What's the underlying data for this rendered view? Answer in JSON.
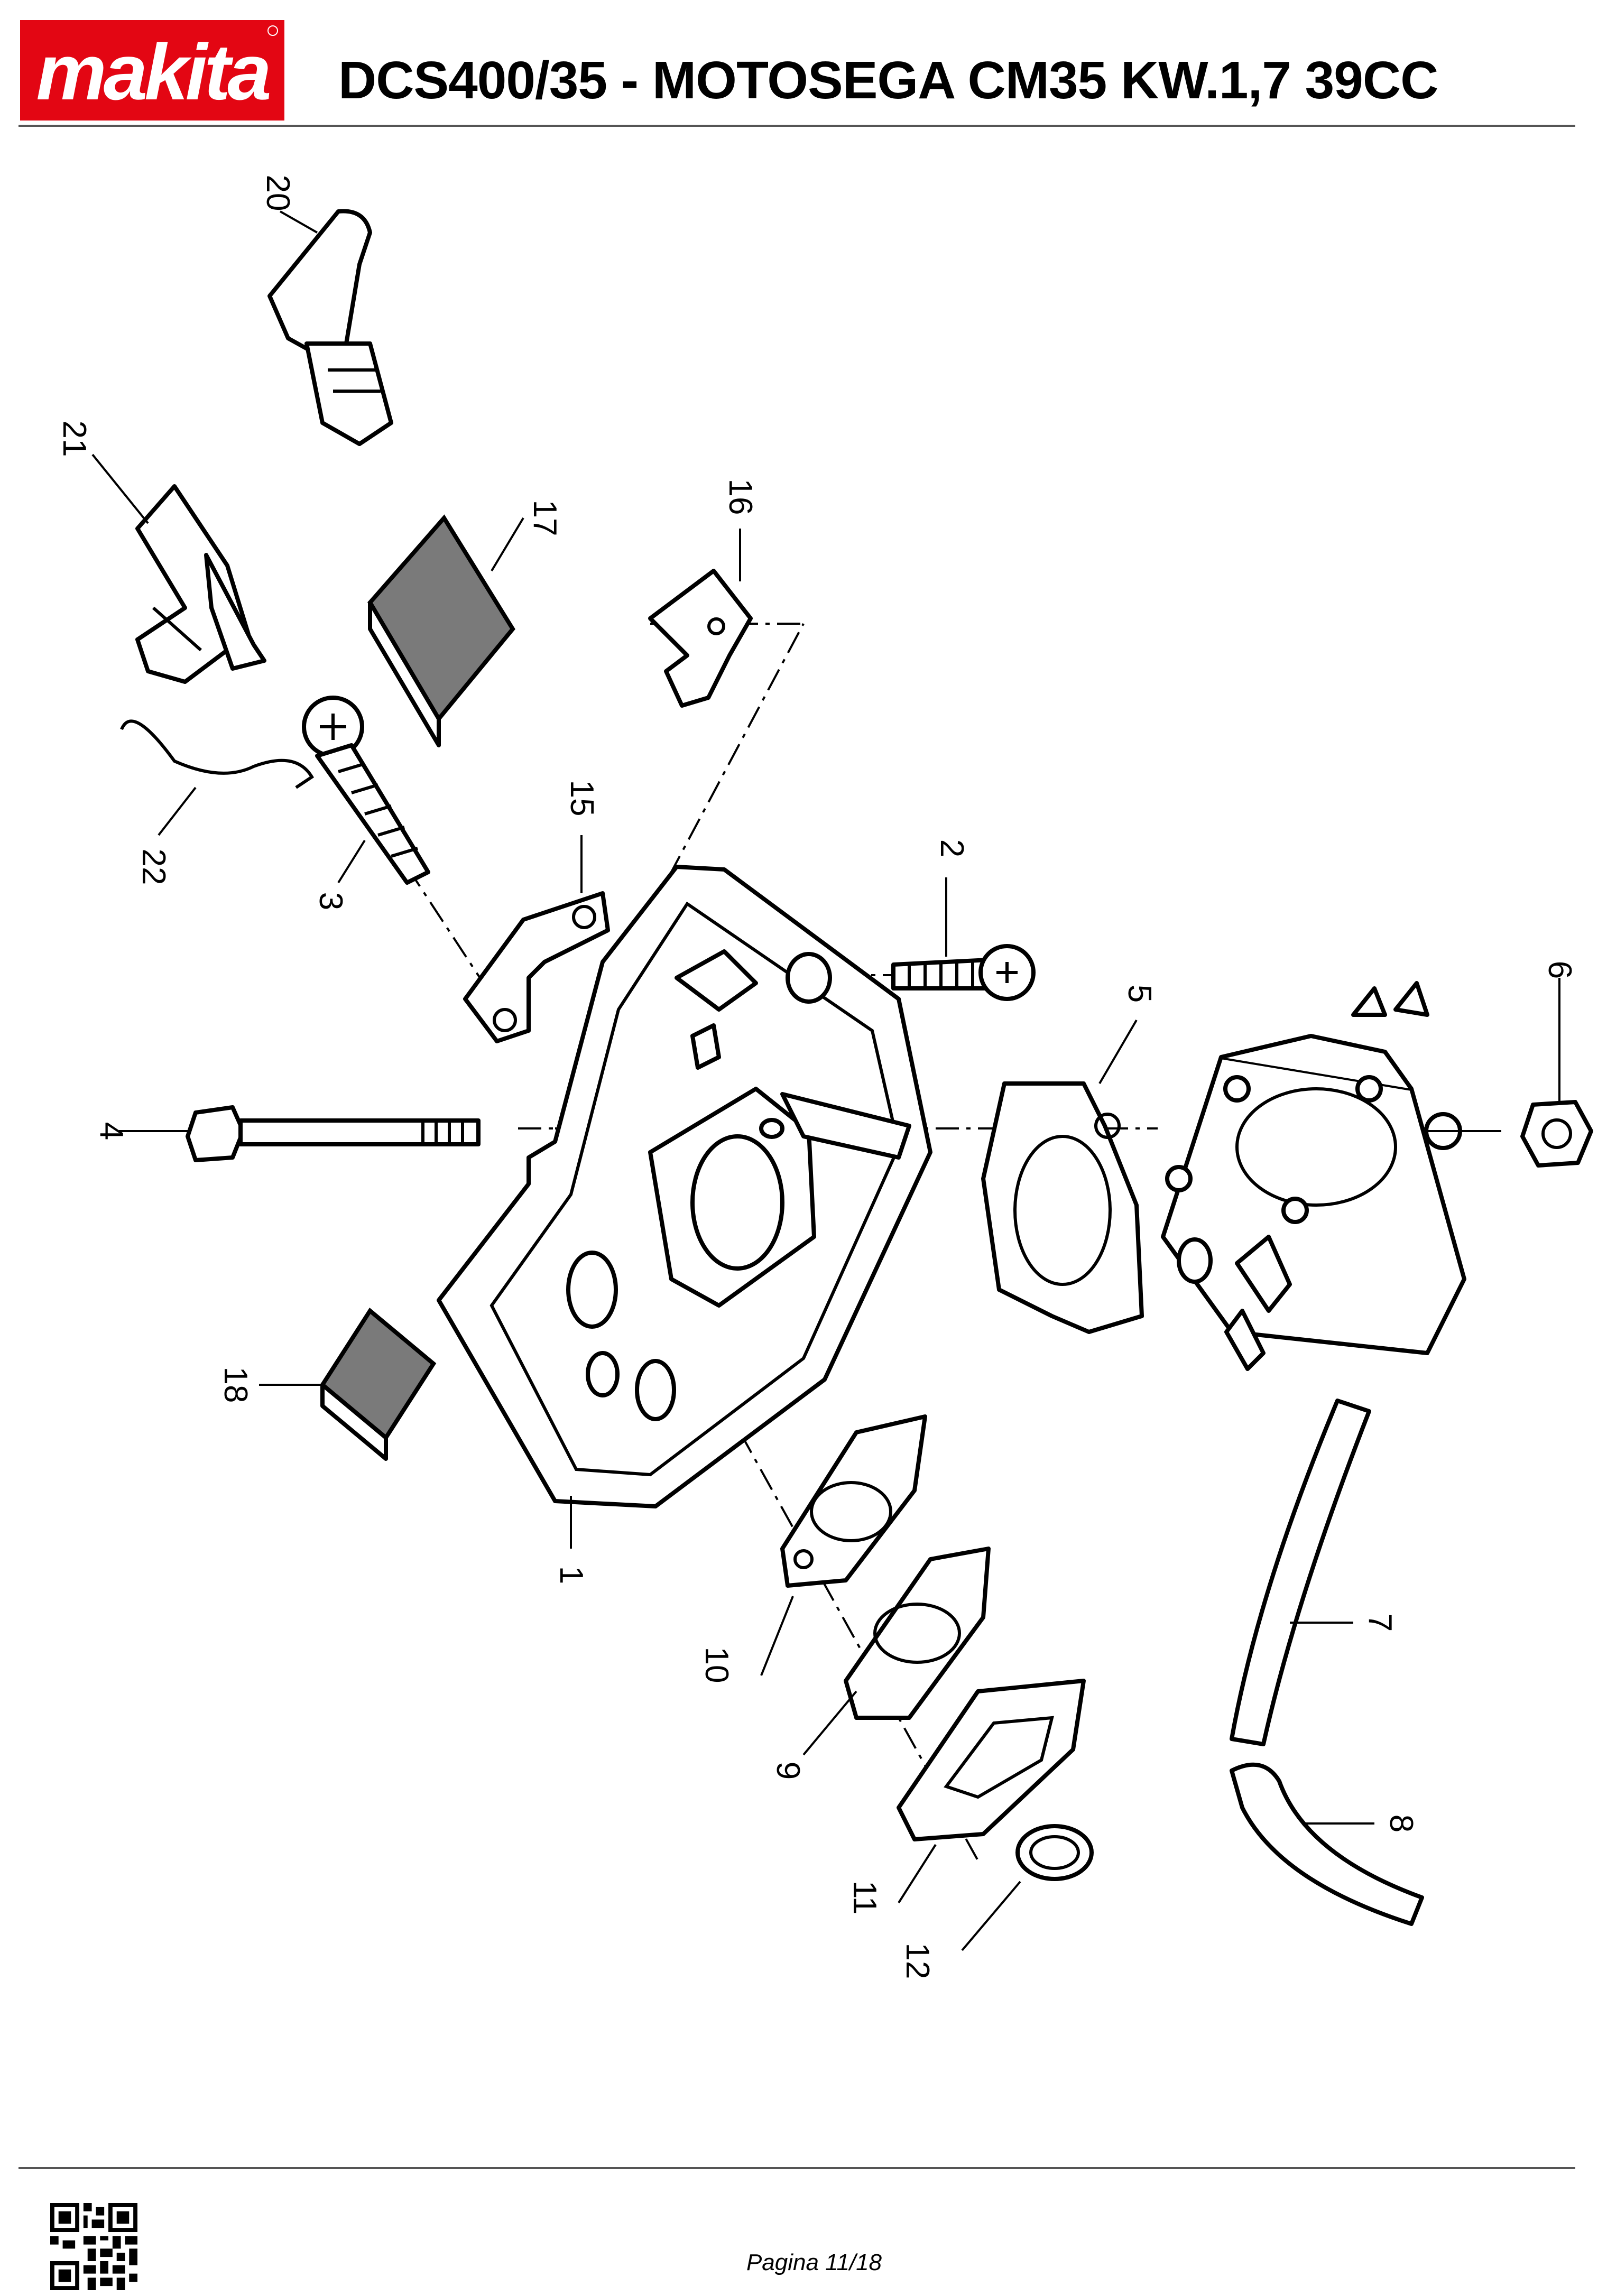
{
  "header": {
    "brand": "makita",
    "title": "DCS400/35 - MOTOSEGA CM35 KW.1,7 39CC"
  },
  "brand_color": "#e30613",
  "diagram": {
    "callouts": [
      "1",
      "2",
      "3",
      "4",
      "5",
      "6",
      "7",
      "8",
      "9",
      "10",
      "11",
      "12",
      "15",
      "16",
      "17",
      "18",
      "20",
      "21",
      "22"
    ]
  },
  "footer": {
    "page": "Pagina 11/18",
    "qr": "qr-code"
  }
}
